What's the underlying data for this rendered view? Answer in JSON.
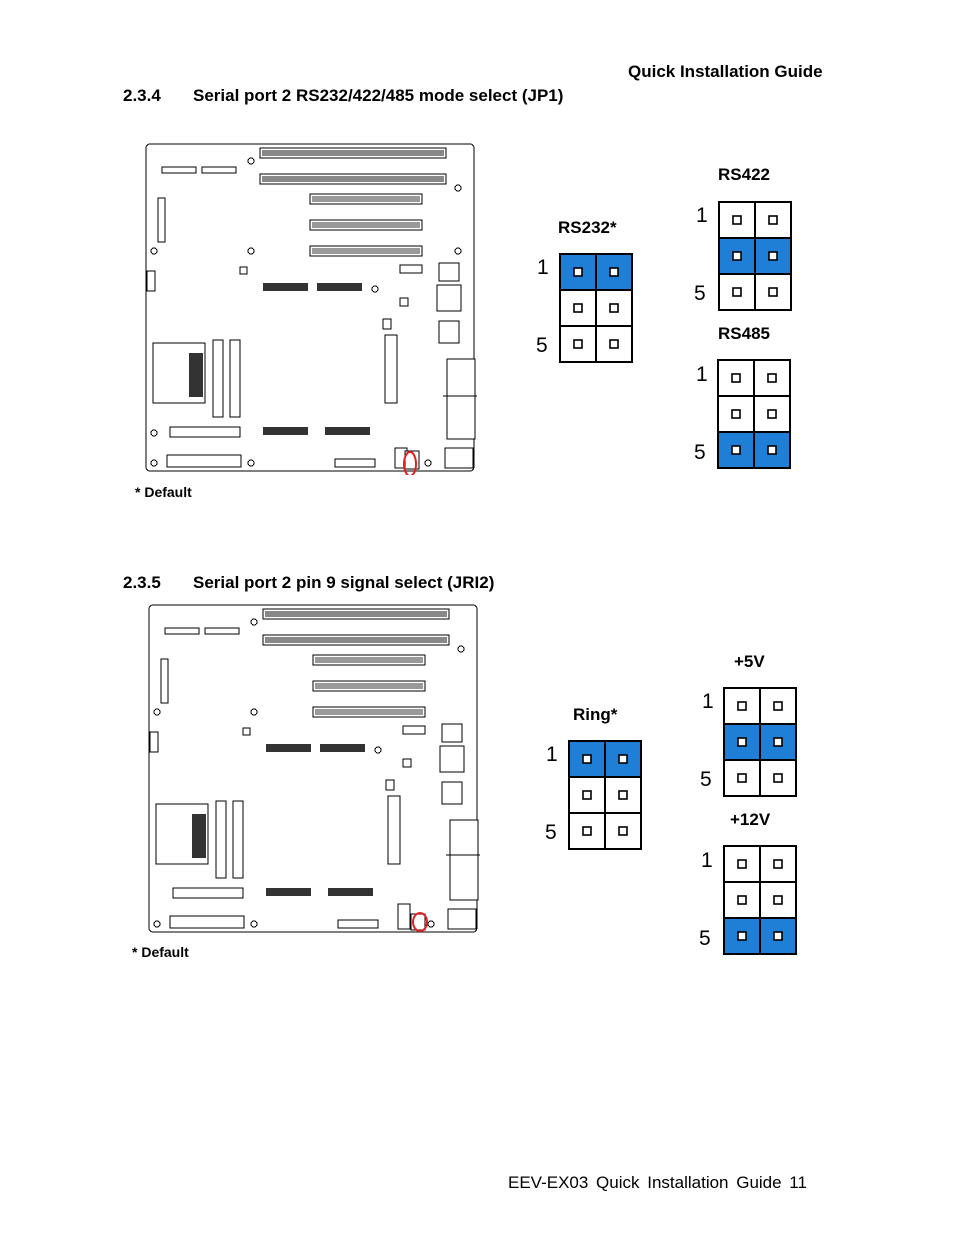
{
  "page": {
    "header": "Quick Installation Guide",
    "footer": "EEV-EX03  Quick  Installation  Guide  11"
  },
  "colors": {
    "jumper_on": "#1f7fd6",
    "highlight": "#e02020"
  },
  "sections": [
    {
      "number": "2.3.4",
      "title": "Serial port 2 RS232/422/485 mode select (JP1)",
      "default_note": "* Default",
      "options": [
        {
          "label": "RS232*",
          "pin_top": "1",
          "pin_bottom": "5",
          "on_row": 1
        },
        {
          "label": "RS422",
          "pin_top": "1",
          "pin_bottom": "5",
          "on_row": 2
        },
        {
          "label": "RS485",
          "pin_top": "1",
          "pin_bottom": "5",
          "on_row": 3
        }
      ]
    },
    {
      "number": "2.3.5",
      "title": "Serial port 2 pin 9 signal select (JRI2)",
      "default_note": "* Default",
      "options": [
        {
          "label": "Ring*",
          "pin_top": "1",
          "pin_bottom": "5",
          "on_row": 1
        },
        {
          "label": "+5V",
          "pin_top": "1",
          "pin_bottom": "5",
          "on_row": 2
        },
        {
          "label": "+12V",
          "pin_top": "1",
          "pin_bottom": "5",
          "on_row": 3
        }
      ]
    }
  ]
}
